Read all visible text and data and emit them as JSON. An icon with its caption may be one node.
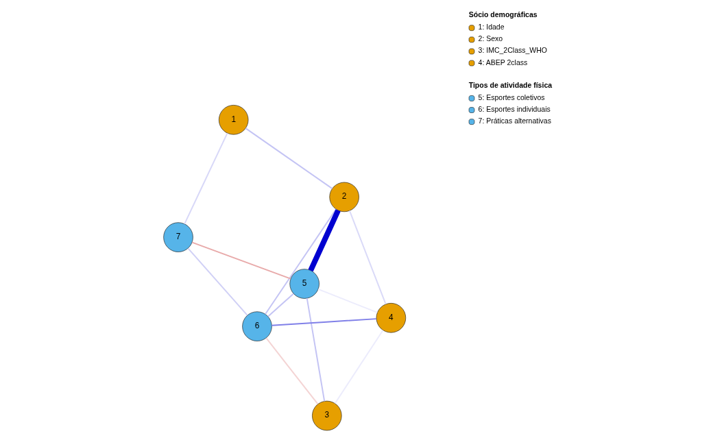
{
  "diagram": {
    "nodes": [
      {
        "text": [
          "1"
        ]
      },
      {
        "text": [
          "2"
        ]
      },
      {
        "text": [
          "3"
        ]
      },
      {
        "text": [
          "4"
        ]
      },
      {
        "text": [
          "5"
        ]
      },
      {
        "text": [
          "6"
        ]
      },
      {
        "text": [
          "7"
        ]
      }
    ],
    "edges": [
      {
        "from": 0,
        "to": 1,
        "arrow": "none"
      },
      {
        "from": 0,
        "to": 6,
        "arrow": "none",
        "color": "#d8d8f8"
      },
      {
        "from": 6,
        "to": 4,
        "arrow": "none",
        "color": "#e8aaaa"
      },
      {
        "from": 6,
        "to": 5,
        "arrow": "none",
        "color": "#d0d0f6"
      },
      {
        "from": 4,
        "to": 1,
        "arrow": "none",
        "style": "thick",
        "color": "#0000d0"
      },
      {
        "from": 4,
        "to": 2,
        "arrow": "none"
      },
      {
        "from": 4,
        "to": 5,
        "arrow": "none"
      },
      {
        "from": 4,
        "to": 3,
        "arrow": "none",
        "color": "#ececfc"
      },
      {
        "from": 1,
        "to": 5,
        "arrow": "none"
      },
      {
        "from": 1,
        "to": 3,
        "arrow": "none",
        "color": "#dadaf8"
      },
      {
        "from": 5,
        "to": 3,
        "arrow": "none",
        "color": "#8080e8"
      },
      {
        "from": 2,
        "to": 5,
        "arrow": "none",
        "color": "#f4d4d4"
      },
      {
        "from": 2,
        "to": 3,
        "arrow": "none",
        "color": "#ececfc"
      }
    ],
    "labels": [
      "Sócio demográficas",
      "Tipos de atividade física"
    ],
    "legend": [
      {
        "text": "1: Idade",
        "color": "#e69f00"
      },
      {
        "text": "2: Sexo",
        "color": "#e69f00"
      },
      {
        "text": "3: IMC_2Class_WHO",
        "color": "#e69f00"
      },
      {
        "text": "4: ABEP 2class",
        "color": "#e69f00"
      },
      {
        "text": "5: Esportes coletivos",
        "color": "#56b4e9"
      },
      {
        "text": "6: Esportes individuais",
        "color": "#56b4e9"
      },
      {
        "text": "7: Práticas alternativas",
        "color": "#56b4e9"
      }
    ]
  }
}
